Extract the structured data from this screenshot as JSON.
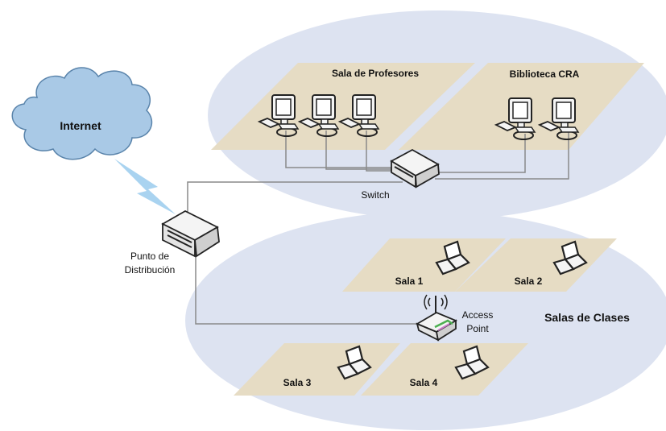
{
  "labels": {
    "internet": "Internet",
    "sala_profesores": "Sala de Profesores",
    "biblioteca": "Biblioteca CRA",
    "switch": "Switch",
    "punto_line1": "Punto de",
    "punto_line2": "Distribución",
    "access_line1": "Access",
    "access_line2": "Point",
    "salas_clases": "Salas de Clases",
    "sala1": "Sala 1",
    "sala2": "Sala 2",
    "sala3": "Sala 3",
    "sala4": "Sala 4"
  },
  "colors": {
    "zone_ellipse": "#dde3f1",
    "room_floor": "#e6dcc4",
    "cloud_fill": "#a9c9e6",
    "wireless_bolt": "#a9d3f0",
    "cable": "#8a8a8a",
    "device_body": "#f2f2f2",
    "device_outline": "#222222"
  },
  "icons": {
    "desktop": "desktop-computer-icon",
    "laptop": "laptop-icon",
    "switch": "network-switch-icon",
    "access_point": "wireless-access-point-icon",
    "cloud": "internet-cloud-icon"
  }
}
